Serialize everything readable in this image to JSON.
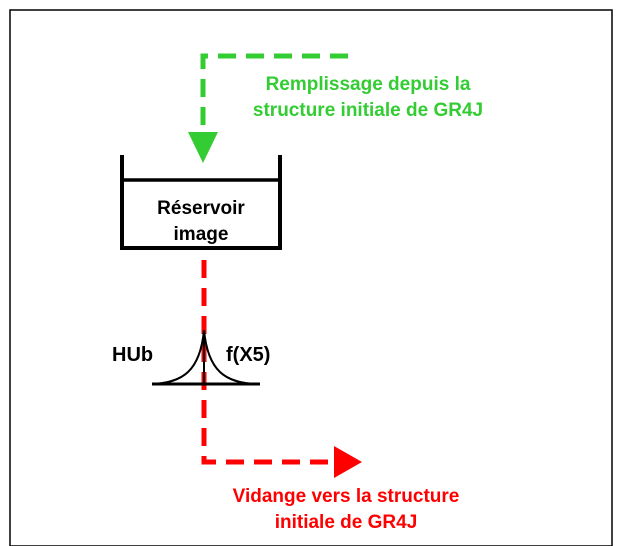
{
  "diagram": {
    "reservoir": {
      "line1": "Réservoir",
      "line2": "image"
    },
    "inflow": {
      "line1": "Remplissage depuis la",
      "line2": "structure initiale de GR4J",
      "color": "#33cc33"
    },
    "outflow": {
      "line1": "Vidange vers la structure",
      "line2": "initiale de GR4J",
      "color": "#ff0000"
    },
    "unit_hydrograph": {
      "name": "HUb",
      "parameter": "f(X5)"
    }
  }
}
